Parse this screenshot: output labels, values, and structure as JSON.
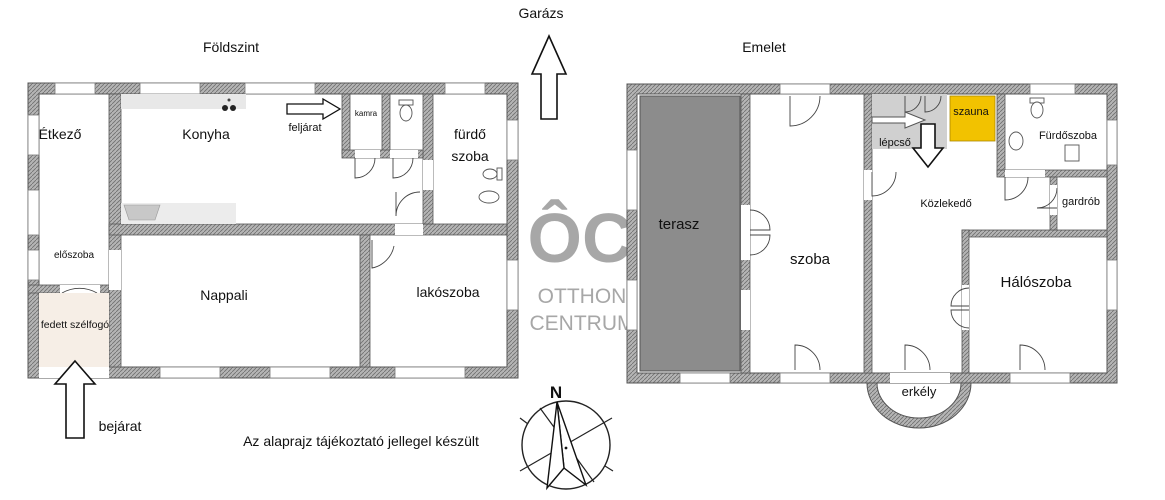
{
  "headings": {
    "ground": "Földszint",
    "upper": "Emelet",
    "garage": "Garázs",
    "entrance": "bejárat",
    "note": "Az alaprajz tájékoztató jellegel készült"
  },
  "ground_floor": {
    "etkezo": "Étkező",
    "konyha": "Konyha",
    "feljarat": "feljárat",
    "kamra": "kamra",
    "furdo_line1": "fürdő",
    "furdo_line2": "szoba",
    "eloszoba": "előszoba",
    "nappali": "Nappali",
    "lakoszoba": "lakószoba",
    "szelfogo": "fedett szélfogó"
  },
  "upper_floor": {
    "terasz": "terasz",
    "szoba": "szoba",
    "szauna": "szauna",
    "lepcso": "lépcső",
    "furdoszoba": "Fürdőszoba",
    "kozlekedo": "Közlekedő",
    "gardrob": "gardrób",
    "haloszoba": "Hálószoba",
    "erkely": "erkély"
  },
  "compass": {
    "north": "N"
  },
  "logo": {
    "mark": "ÔC",
    "line1": "OTTHON",
    "line2": "CENTRUM"
  },
  "colors": {
    "wall": "#9a9a9a",
    "terrace": "#8c8c8c",
    "sauna": "#f2c200",
    "stair": "#d0d0d0",
    "vestibule": "#f6eee6"
  }
}
